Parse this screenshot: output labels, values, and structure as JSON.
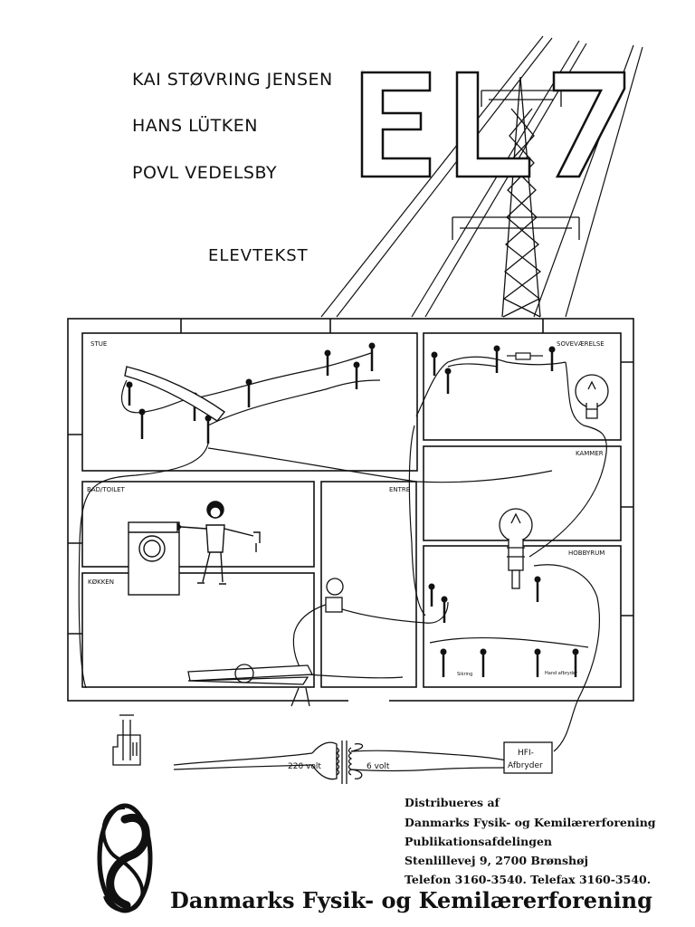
{
  "authors": [
    "KAI STØVRING JENSEN",
    "HANS LÜTKEN",
    "POVL VEDELSBY"
  ],
  "title": "EL 7",
  "subtitle": "ELEVTEKST",
  "rooms": {
    "stue": "STUE",
    "sovevaerelse": "SOVEVÆRELSE",
    "kammer": "KAMMER",
    "bad_toilet": "BAD/TOILET",
    "entre": "ENTRE",
    "hobbyrum": "HOBBYRUM",
    "kokken": "KØKKEN"
  },
  "small_labels": {
    "sikring": "Sikring",
    "hand_afbryder": "Hand afbryder"
  },
  "transformer": {
    "primary": "220 volt",
    "secondary": "6 volt"
  },
  "hfi": {
    "line1": "HFI-",
    "line2": "Afbryder"
  },
  "distribution": {
    "line1": "Distribueres af",
    "line2": "Danmarks Fysik- og Kemilærerforening",
    "line3": "Publikationsafdelingen",
    "line4": "Stenlillevej 9, 2700 Brønshøj",
    "line5": "Telefon 3160-3540. Telefax 3160-3540."
  },
  "organization": "Danmarks Fysik- og Kemilærerforening"
}
